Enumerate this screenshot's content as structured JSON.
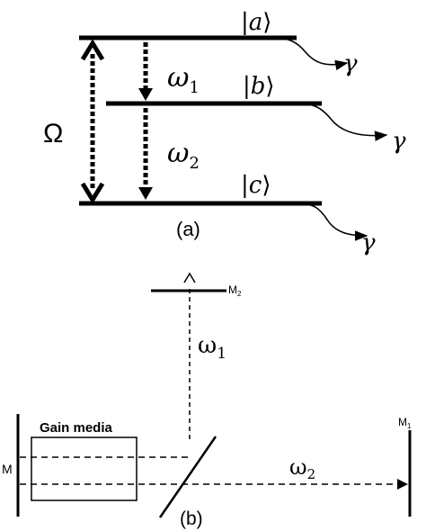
{
  "panel_a": {
    "label": "(a)",
    "levels": [
      {
        "ket": "a",
        "decay": "γ"
      },
      {
        "ket": "b",
        "decay": "γ"
      },
      {
        "ket": "c",
        "decay": "γ"
      }
    ],
    "transitions": {
      "big_omega": "Ω",
      "omega1": {
        "sym": "ω",
        "sub": "1"
      },
      "omega2": {
        "sym": "ω",
        "sub": "2"
      }
    }
  },
  "panel_b": {
    "label": "(b)",
    "gain_media": "Gain media",
    "mirror_M": "M",
    "mirror_M1": {
      "sym": "M",
      "sub": "1"
    },
    "mirror_M2": {
      "sym": "M",
      "sub": "2"
    },
    "beam1": {
      "sym": "ω",
      "sub": "1"
    },
    "beam2": {
      "sym": "ω",
      "sub": "2"
    }
  },
  "colors": {
    "ink": "#000000",
    "background": "#ffffff"
  }
}
